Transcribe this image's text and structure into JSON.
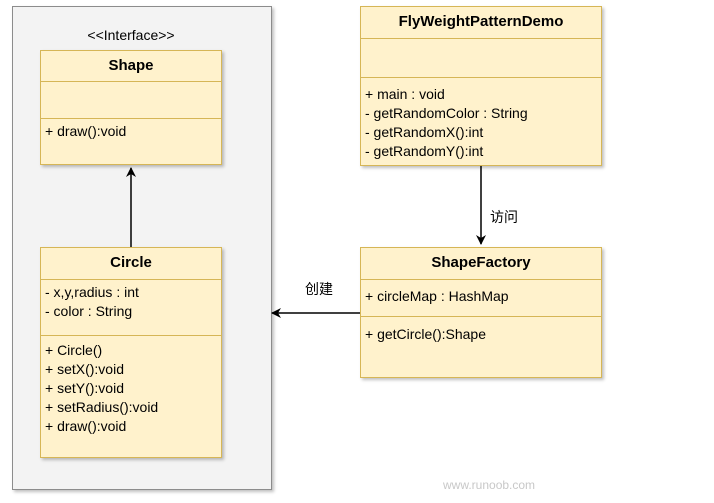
{
  "interface_stereotype": "<<Interface>>",
  "classes": {
    "shape": {
      "name": "Shape",
      "attributes": [],
      "methods": [
        "+ draw():void"
      ]
    },
    "circle": {
      "name": "Circle",
      "attributes": [
        "- x,y,radius : int",
        "- color : String"
      ],
      "methods": [
        "+ Circle()",
        "+ setX():void",
        "+ setY():void",
        "+ setRadius():void",
        "+ draw():void"
      ]
    },
    "demo": {
      "name": "FlyWeightPatternDemo",
      "attributes": [],
      "methods": [
        "+ main : void",
        "- getRandomColor : String",
        "- getRandomX():int",
        "- getRandomY():int"
      ]
    },
    "factory": {
      "name": "ShapeFactory",
      "attributes": [
        "+ circleMap : HashMap"
      ],
      "methods": [
        "+ getCircle():Shape"
      ]
    }
  },
  "relations": {
    "access_label": "访问",
    "create_label": "创建"
  },
  "watermark": "www.runoob.com",
  "colors": {
    "class_fill": "#fff2cc",
    "class_border": "#d6b656",
    "panel_fill": "#f3f3f3"
  }
}
